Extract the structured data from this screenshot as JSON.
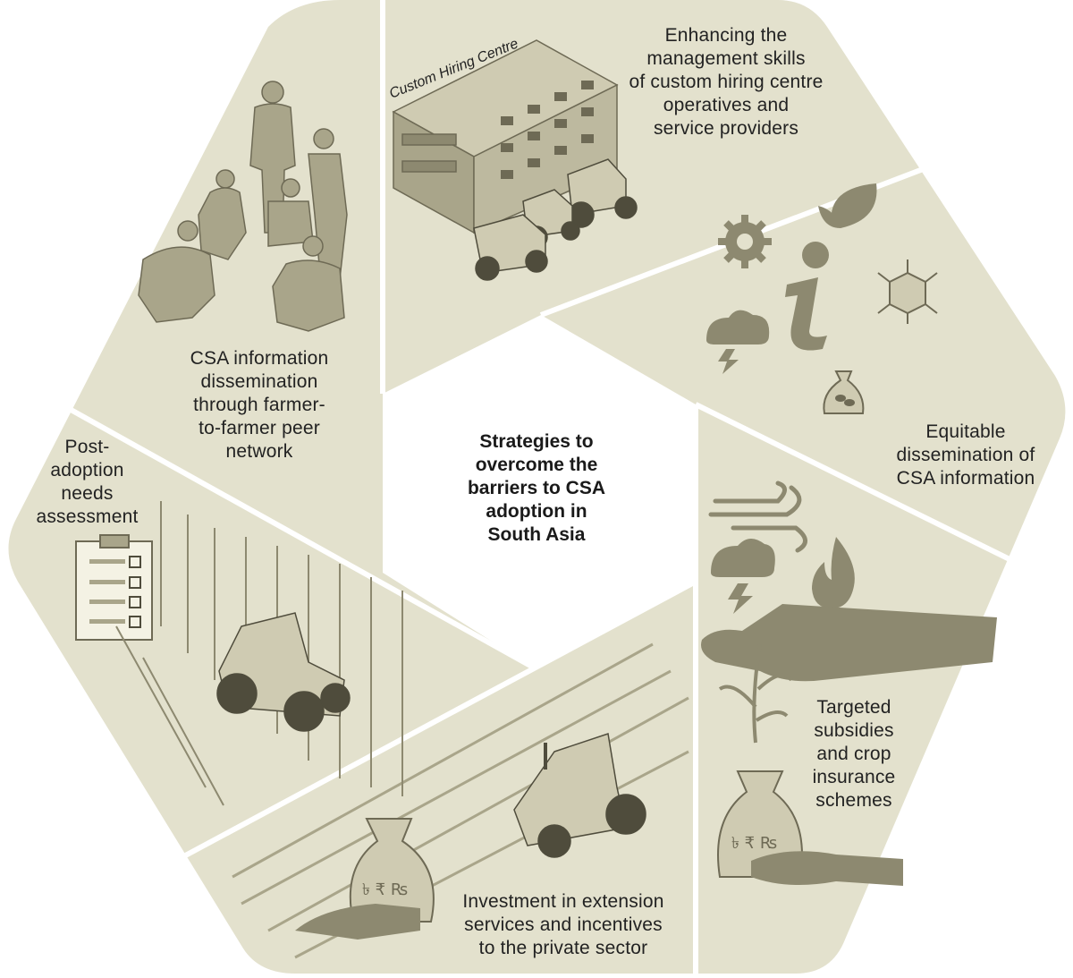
{
  "center_title": "Strategies to\novercome the\nbarriers to CSA\nadoption in\nSouth Asia",
  "building_sign": "Custom Hiring Centre",
  "segments": [
    {
      "id": "management",
      "label": "Enhancing the\nmanagement skills\nof custom hiring centre\noperatives and\nservice providers"
    },
    {
      "id": "equitable",
      "label": "Equitable\ndissemination of\nCSA information"
    },
    {
      "id": "subsidies",
      "label": "Targeted\nsubsidies\nand crop\ninsurance\nschemes"
    },
    {
      "id": "investment",
      "label": "Investment in extension\nservices and incentives\nto the private sector"
    },
    {
      "id": "post_adoption",
      "label": "Post-\nadoption\nneeds\nassessment"
    },
    {
      "id": "peer_network",
      "label": "CSA information\ndissemination\nthrough farmer-\nto-farmer peer\nnetwork"
    }
  ],
  "icons": [
    "group-of-farmers-icon",
    "building-icon",
    "tractor-icon",
    "gear-icon",
    "leaf-icon",
    "info-icon",
    "cube-network-icon",
    "storm-cloud-icon",
    "seed-bag-icon",
    "wind-icon",
    "fire-icon",
    "hand-with-seedling-icon",
    "money-bag-icon",
    "clipboard-checklist-icon",
    "crop-field-icon"
  ],
  "money_symbols": "৳ ₹ ₨",
  "colors": {
    "panel": "#e3e1cd",
    "illustration": "#a9a58a",
    "illustration_dark": "#6e6a55",
    "divider": "#ffffff",
    "text": "#222222"
  }
}
